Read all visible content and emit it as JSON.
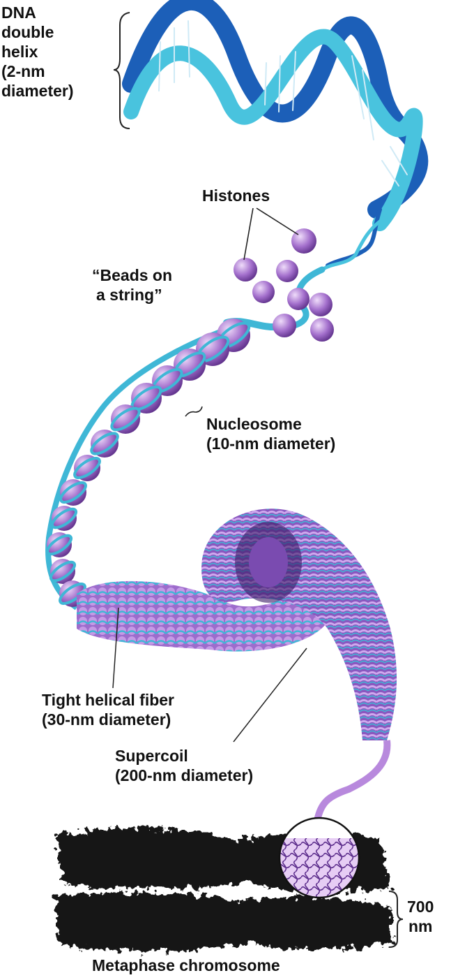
{
  "labels": {
    "dna_double_helix": [
      "DNA",
      "double",
      "helix",
      "(2-nm",
      "diameter)"
    ],
    "histones": "Histones",
    "beads_on_string": [
      "“Beads on",
      "a string”"
    ],
    "nucleosome": [
      "Nucleosome",
      "(10-nm diameter)"
    ],
    "tight_helical_fiber": [
      "Tight helical fiber",
      "(30-nm diameter)"
    ],
    "supercoil": [
      "Supercoil",
      "(200-nm diameter)"
    ],
    "chromosome_width": [
      "700",
      "nm"
    ],
    "metaphase_chromosome": "Metaphase chromosome"
  },
  "colors": {
    "dna_dark": "#1c5fb8",
    "dna_light": "#49c3de",
    "histone_purple": "#9a64c4",
    "histone_light": "#d6b4ec",
    "chromosome": "#141414",
    "label_text": "#111111"
  }
}
